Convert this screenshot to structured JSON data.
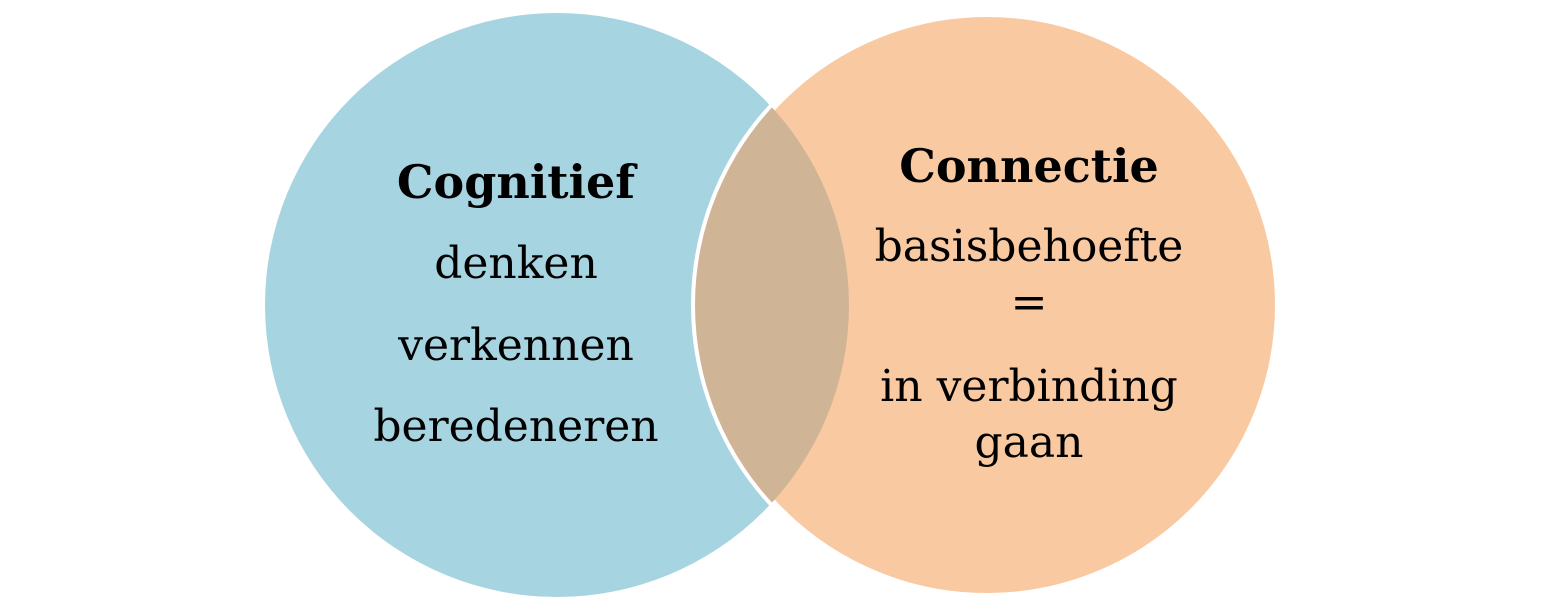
{
  "colors": {
    "left_circle": "#a7d4e1",
    "right_circle": "#f9c9a2",
    "overlap": "#cfb596",
    "separator": "#ffffff",
    "text": "#000000"
  },
  "left": {
    "title": "Cognitief",
    "lines": [
      "denken",
      "verkennen",
      "beredeneren"
    ]
  },
  "right": {
    "title": "Connectie",
    "lines": [
      "basisbehoefte",
      "=",
      "in verbinding",
      "gaan"
    ]
  }
}
